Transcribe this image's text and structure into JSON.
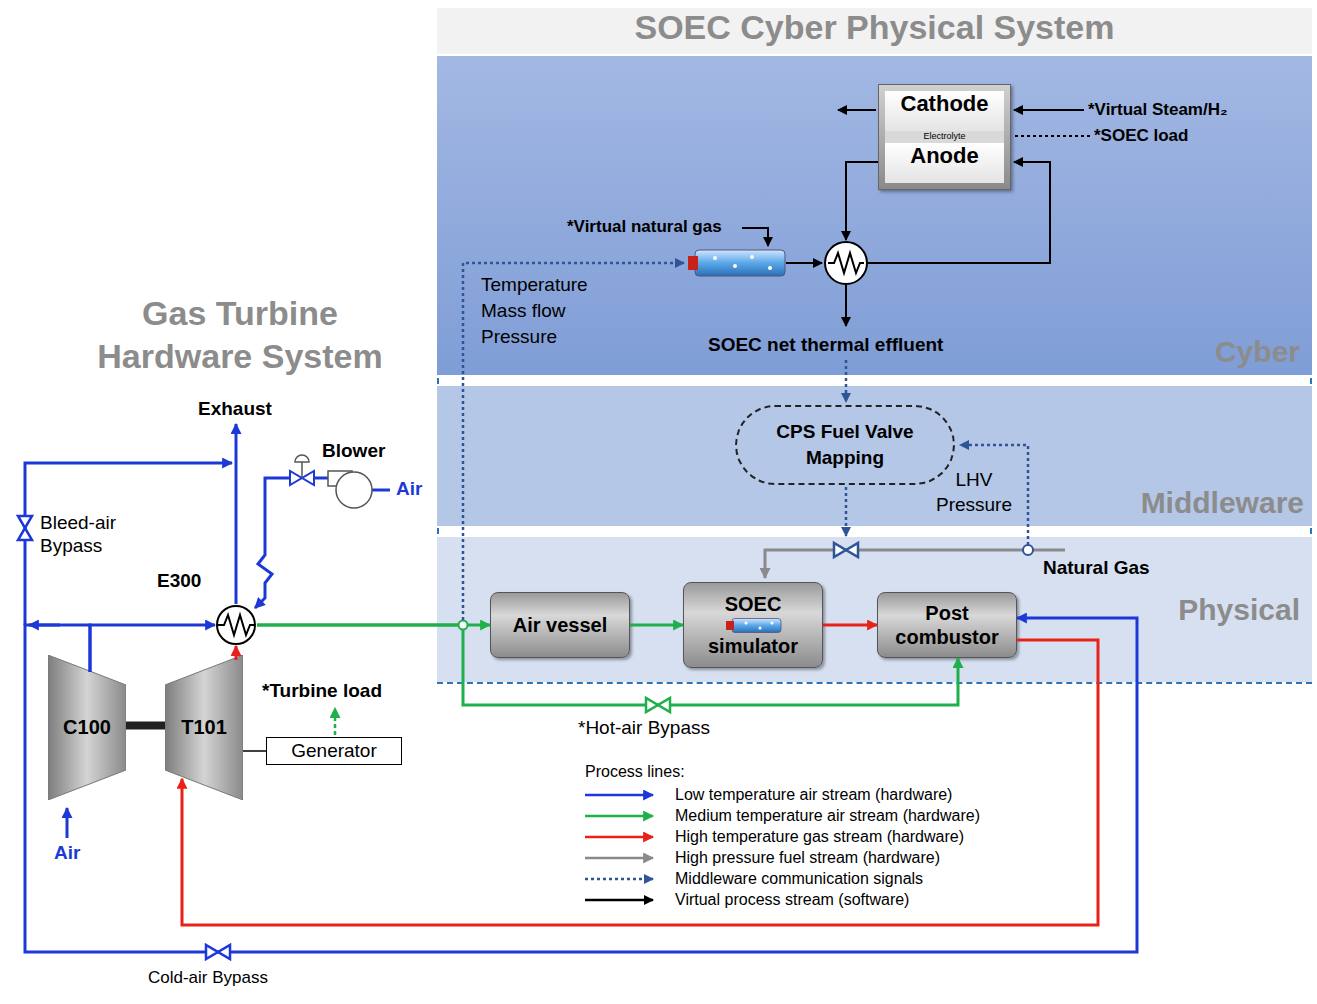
{
  "diagram": {
    "nodes": [
      {
        "text": [
          "SOEC Cyber Physical System"
        ]
      },
      {
        "text": [
          "Cyber"
        ],
        "in": 0
      },
      {
        "text": [
          "Middleware"
        ],
        "in": 0
      },
      {
        "text": [
          "Physical"
        ],
        "in": 0
      },
      {
        "text": [
          "Cathode",
          "Electrolyte",
          "Anode"
        ],
        "in": 1
      },
      {
        "text": [
          "CPS Fuel Valve Mapping"
        ],
        "in": 2
      },
      {
        "text": [
          "Air vessel"
        ],
        "in": 3
      },
      {
        "text": [
          "SOEC simulator"
        ],
        "in": 3
      },
      {
        "text": [
          "Post combustor"
        ],
        "in": 3
      },
      {
        "text": [
          "E300"
        ]
      },
      {
        "text": [
          "C100"
        ]
      },
      {
        "text": [
          "T101"
        ]
      },
      {
        "text": [
          "Generator"
        ]
      }
    ],
    "edges": [
      {
        "from": 9,
        "to": 6,
        "arrow": "to"
      },
      {
        "from": 6,
        "to": 7,
        "arrow": "to"
      },
      {
        "from": 7,
        "to": 8,
        "arrow": "to"
      },
      {
        "from": 8,
        "to": 11,
        "arrow": "to"
      },
      {
        "from": 11,
        "to": 9,
        "arrow": "to"
      },
      {
        "from": 10,
        "to": 9,
        "arrow": "to"
      },
      {
        "from": 9,
        "to": 8,
        "label": "*Hot-air Bypass",
        "arrow": "to"
      },
      {
        "from": 10,
        "to": 8,
        "label": "Cold-air Bypass",
        "arrow": "to"
      },
      {
        "from": 11,
        "to": 12,
        "arrow": "none"
      },
      {
        "from": 10,
        "to": 11,
        "arrow": "none"
      }
    ],
    "labels": [
      "Gas Turbine Hardware System",
      "Exhaust",
      "Blower",
      "Air",
      "Bleed-air Bypass",
      "*Turbine load",
      "Air",
      "*Virtual natural gas",
      "*Virtual Steam/H₂",
      "*SOEC load",
      "Temperature Mass flow Pressure",
      "SOEC net thermal effluent",
      "LHV Pressure",
      "Natural Gas",
      "Process lines:"
    ],
    "legend": [
      {
        "text": "Low temperature air stream (hardware)"
      },
      {
        "text": "Medium temperature air stream (hardware)"
      },
      {
        "text": "High temperature gas stream (hardware)"
      },
      {
        "text": "High pressure fuel stream (hardware)"
      },
      {
        "text": "Middleware communication signals"
      },
      {
        "text": "Virtual process stream (software)"
      }
    ]
  }
}
